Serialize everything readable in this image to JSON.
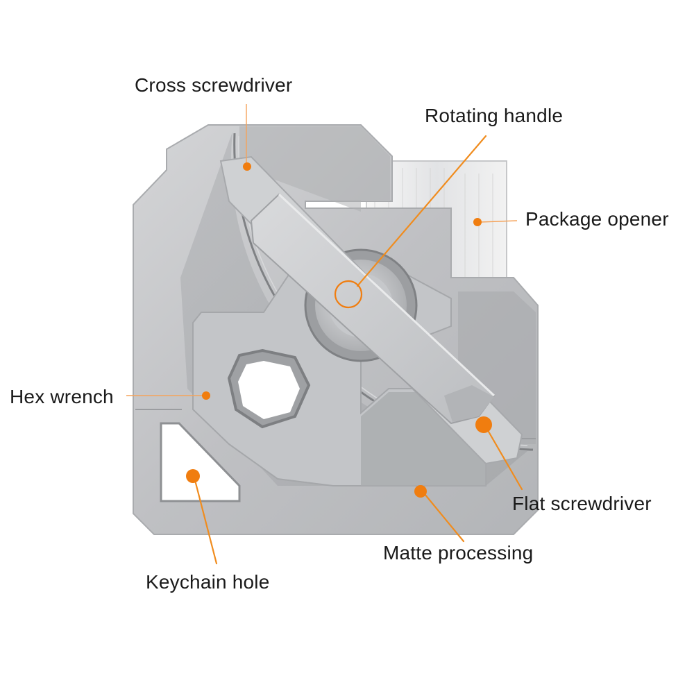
{
  "labels": {
    "cross_screwdriver": "Cross screwdriver",
    "rotating_handle": "Rotating handle",
    "package_opener": "Package opener",
    "hex_wrench": "Hex wrench",
    "flat_screwdriver": "Flat screwdriver",
    "matte_processing": "Matte processing",
    "keychain_hole": "Keychain hole"
  },
  "colors": {
    "accent": "#f07d0f",
    "text": "#1a1a1a",
    "metal_light": "#c9cacc",
    "metal_dark": "#a4a6a9",
    "blade": "#e8e8e8"
  }
}
